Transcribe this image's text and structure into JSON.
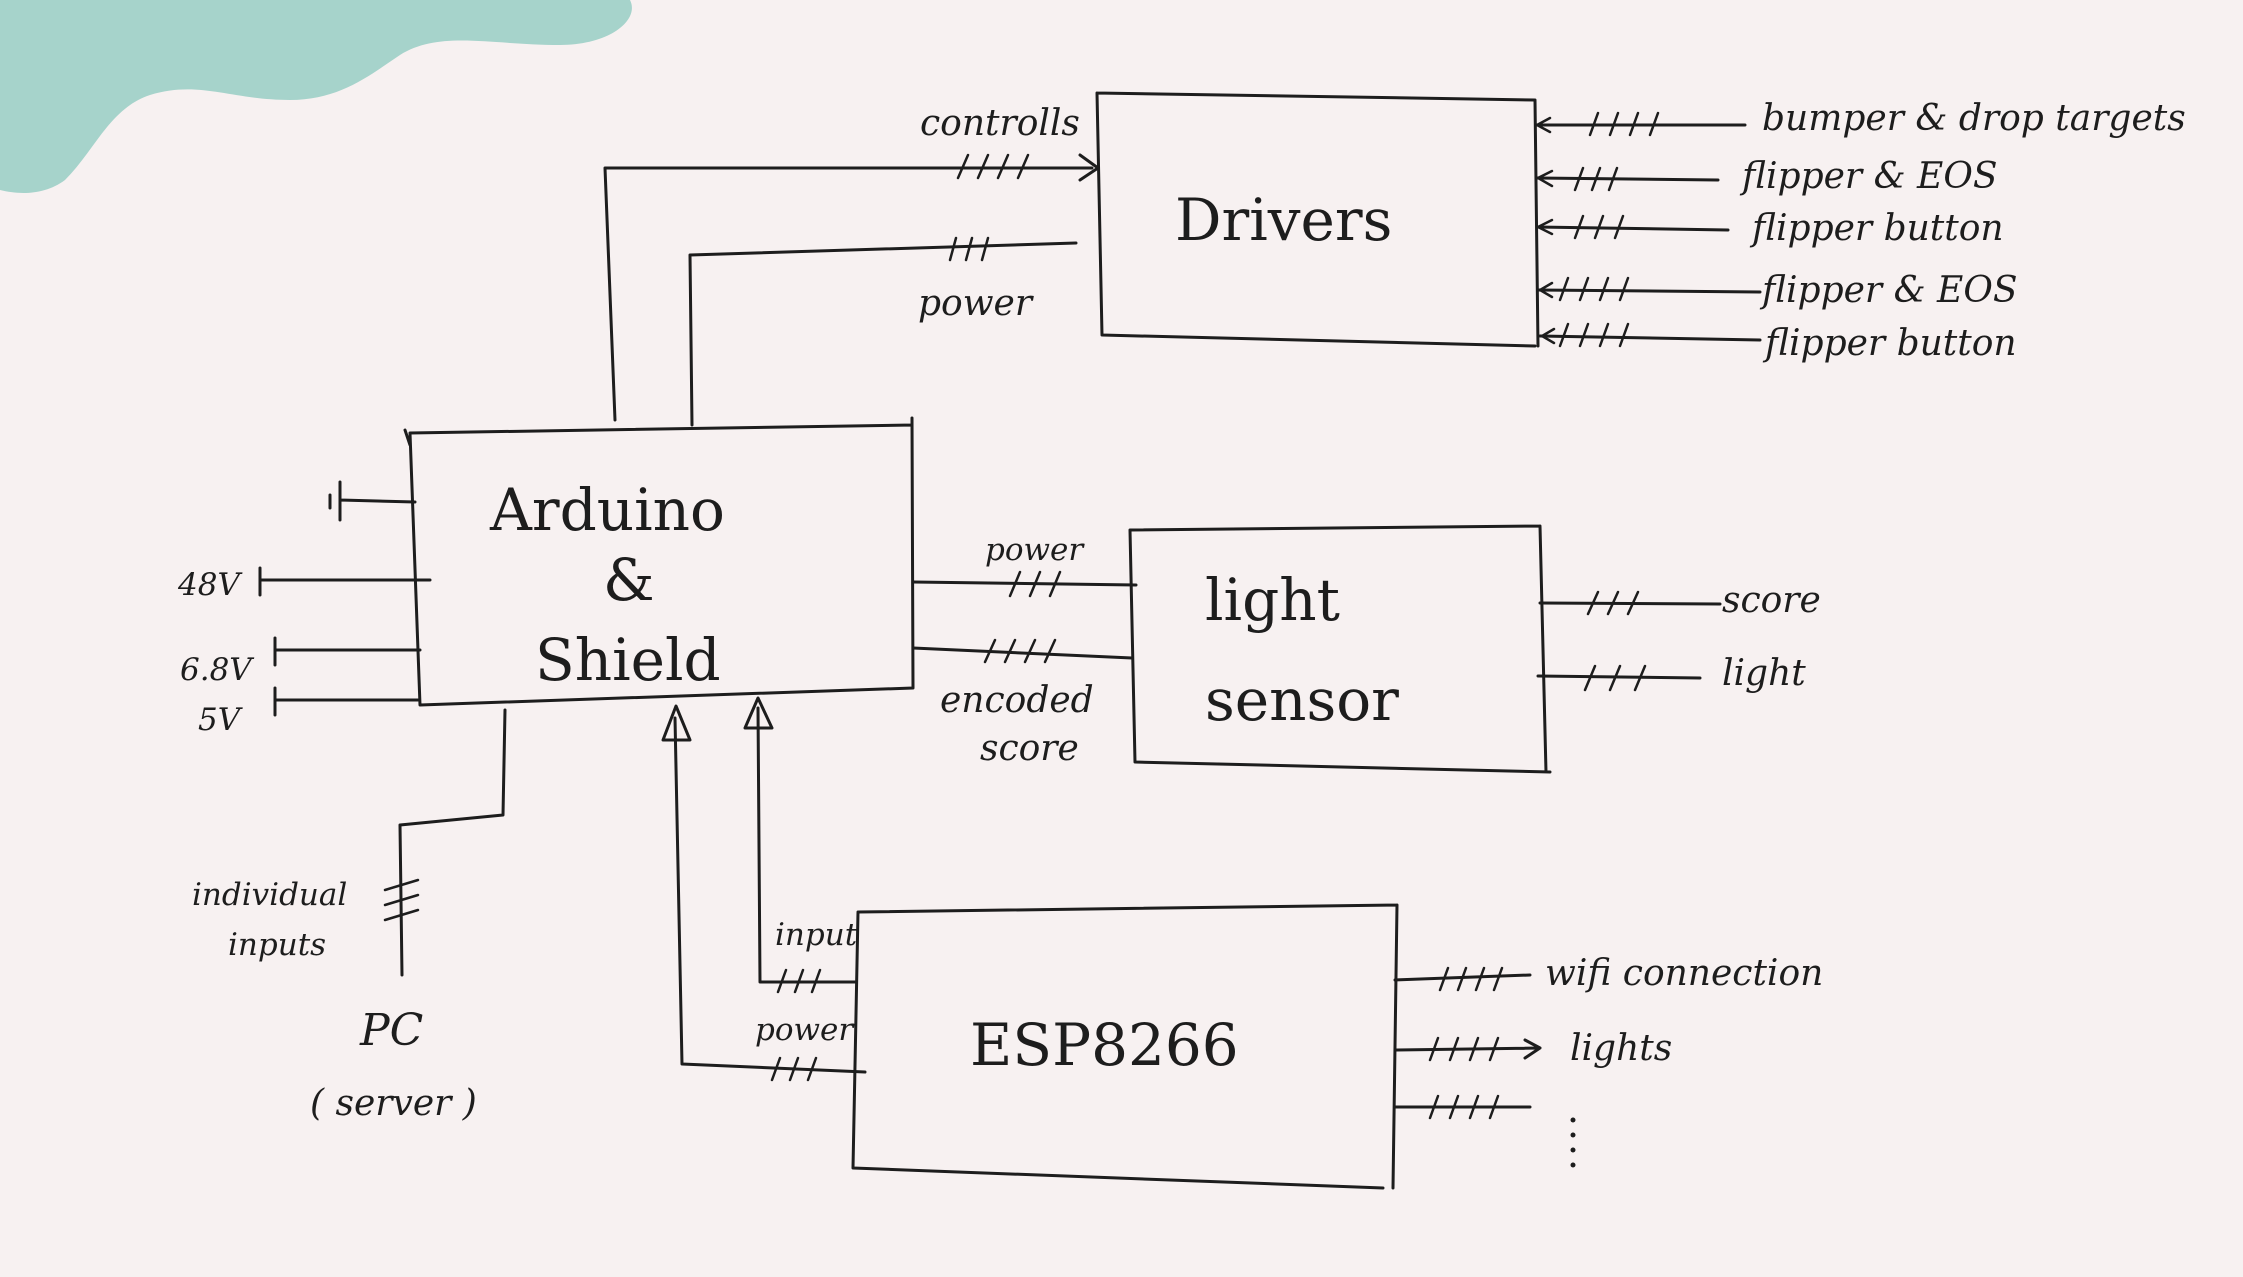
{
  "blocks": {
    "drivers": "Drivers",
    "arduino_line1": "Arduino",
    "arduino_line2": "&",
    "arduino_line3": "Shield",
    "light_sensor_line1": "light",
    "light_sensor_line2": "sensor",
    "esp": "ESP8266"
  },
  "drivers_inputs": {
    "controls": "controlls",
    "power": "power"
  },
  "drivers_outputs": [
    "bumper & drop targets",
    "flipper & EOS",
    "flipper button",
    "flipper & EOS",
    "flipper button"
  ],
  "arduino_inputs": {
    "v48": "48V",
    "v68": "6.8V",
    "v5": "5V"
  },
  "light_sensor_inputs": {
    "power": "power",
    "encoded_score_line1": "encoded",
    "encoded_score_line2": "score"
  },
  "light_sensor_outputs": [
    "score",
    "light"
  ],
  "pc": {
    "label": "PC",
    "sublabel": "( server )",
    "inputs_line1": "individual",
    "inputs_line2": "inputs"
  },
  "esp_links": {
    "input": "input",
    "power": "power"
  },
  "esp_outputs": [
    "wifi connection",
    "lights"
  ],
  "colors": {
    "background": "#f7f1f1",
    "blob": "#a6d3cb",
    "ink": "#1d1d1d"
  }
}
